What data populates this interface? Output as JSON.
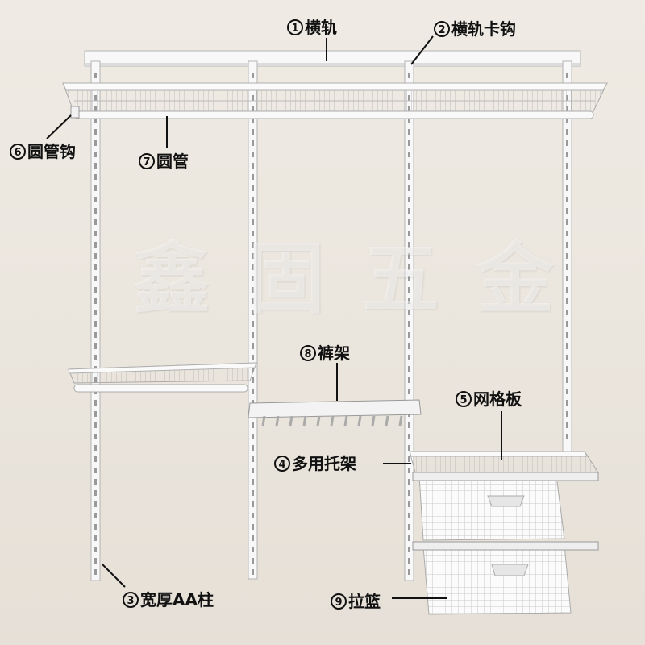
{
  "watermark": "鑫固五金",
  "labels": [
    {
      "id": "c1",
      "num": "1",
      "text": "横轨"
    },
    {
      "id": "c2",
      "num": "2",
      "text": "横轨卡钩"
    },
    {
      "id": "c3",
      "num": "3",
      "text": "宽厚AA柱"
    },
    {
      "id": "c4",
      "num": "4",
      "text": "多用托架"
    },
    {
      "id": "c5",
      "num": "5",
      "text": "网格板"
    },
    {
      "id": "c6",
      "num": "6",
      "text": "圆管钩"
    },
    {
      "id": "c7",
      "num": "7",
      "text": "圆管"
    },
    {
      "id": "c8",
      "num": "8",
      "text": "裤架"
    },
    {
      "id": "c9",
      "num": "9",
      "text": "拉篮"
    }
  ],
  "colors": {
    "wall": "#ece7df",
    "metal": "#f7f7f7",
    "outline": "#b8b8b8",
    "callout_line": "#111111"
  }
}
